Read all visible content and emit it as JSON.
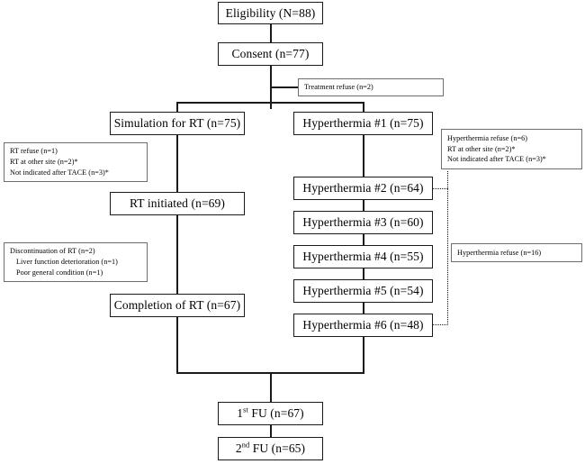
{
  "diagram": {
    "title": "CONSORT-style patient flow diagram",
    "nodes": {
      "eligibility": "Eligibility (N=88)",
      "consent": "Consent (n=77)",
      "simulation": "Simulation for RT (n=75)",
      "rt_initiated": "RT initiated (n=69)",
      "completion_rt": "Completion of RT (n=67)",
      "hyperthermia1": "Hyperthermia #1 (n=75)",
      "hyperthermia2": "Hyperthermia #2 (n=64)",
      "hyperthermia3": "Hyperthermia #3 (n=60)",
      "hyperthermia4": "Hyperthermia #4 (n=55)",
      "hyperthermia5": "Hyperthermia #5 (n=54)",
      "hyperthermia6": "Hyperthermia #6 (n=48)",
      "fu1_prefix": "1",
      "fu1_sup": "st",
      "fu1_suffix": " FU (n=67)",
      "fu2_prefix": "2",
      "fu2_sup": "nd",
      "fu2_suffix": " FU (n=65)"
    },
    "notes": {
      "treatment_refuse": "Treatment refuse (n=2)",
      "rt_exclusions": [
        "RT refuse (n=1)",
        "RT at other site (n=2)*",
        "Not indicated after TACE (n=3)*"
      ],
      "hyperthermia_exclusions": [
        "Hyperthermia refuse (n=6)",
        "RT at other site (n=2)*",
        "Not indicated after TACE (n=3)*"
      ],
      "discontinuation": [
        "Discontinuation of RT (n=2)",
        "Liver function deterioration (n=1)",
        "Poor general condition (n=1)"
      ],
      "hyperthermia_refuse_16": "Hyperthermia refuse (n=16)"
    },
    "colors": {
      "stroke": "#1a1a1a",
      "note_stroke": "#6e6e6e",
      "background": "#ffffff"
    }
  }
}
